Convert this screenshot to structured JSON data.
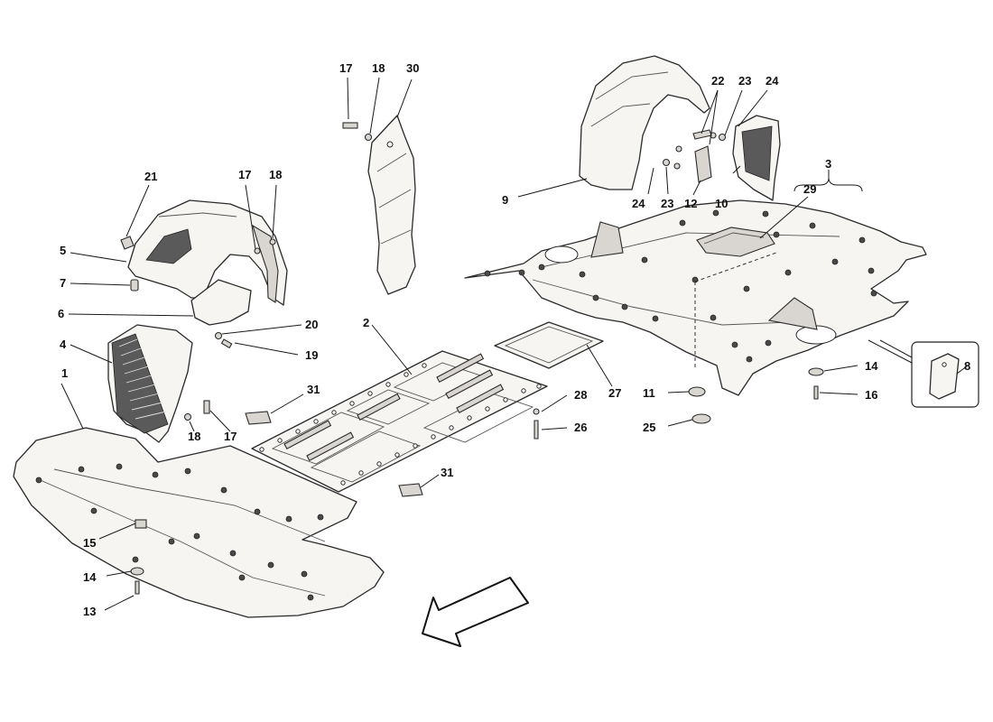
{
  "diagram": {
    "callouts": {
      "c1": "1",
      "c2": "2",
      "c3": "3",
      "c4": "4",
      "c5": "5",
      "c6": "6",
      "c7": "7",
      "c8": "8",
      "c9": "9",
      "c10": "10",
      "c11": "11",
      "c12": "12",
      "c13": "13",
      "c14a": "14",
      "c14b": "14",
      "c15": "15",
      "c16": "16",
      "c17a": "17",
      "c17b": "17",
      "c17c": "17",
      "c18a": "18",
      "c18b": "18",
      "c18c": "18",
      "c19": "19",
      "c20": "20",
      "c21": "21",
      "c22": "22",
      "c23a": "23",
      "c23b": "23",
      "c24a": "24",
      "c24b": "24",
      "c25": "25",
      "c26": "26",
      "c27": "27",
      "c28": "28",
      "c29": "29",
      "c30": "30",
      "c31a": "31",
      "c31b": "31"
    },
    "direction_arrow": "front-direction-arrow"
  }
}
